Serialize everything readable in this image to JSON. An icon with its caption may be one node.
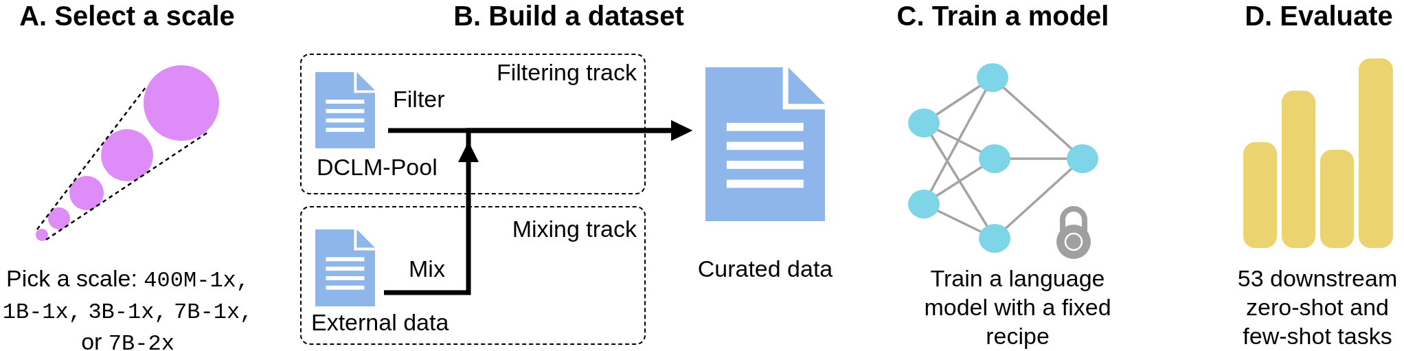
{
  "diagram": {
    "nodes": [
      {
        "text": [
          "Filtering track"
        ]
      },
      {
        "text": [
          "DCLM-Pool"
        ],
        "in": 0
      },
      {
        "text": [
          "Mixing track"
        ]
      },
      {
        "text": [
          "External data"
        ],
        "in": 2
      },
      {
        "text": [
          "Curated data"
        ]
      }
    ],
    "edges": [
      {
        "from": 1,
        "to": 4,
        "arrow": "to",
        "label": "Filter"
      },
      {
        "from": 3,
        "to": 4,
        "arrow": "to",
        "label": "Mix"
      }
    ],
    "labels": [
      "A. Select a scale",
      "B. Build a dataset",
      "C. Train a model",
      "D. Evaluate",
      "Pick a scale: 400M-1x, 1B-1x, 3B-1x, 7B-1x, or 7B-2x",
      "Train a language model with a fixed recipe",
      "53 downstream zero-shot and few-shot tasks"
    ]
  }
}
